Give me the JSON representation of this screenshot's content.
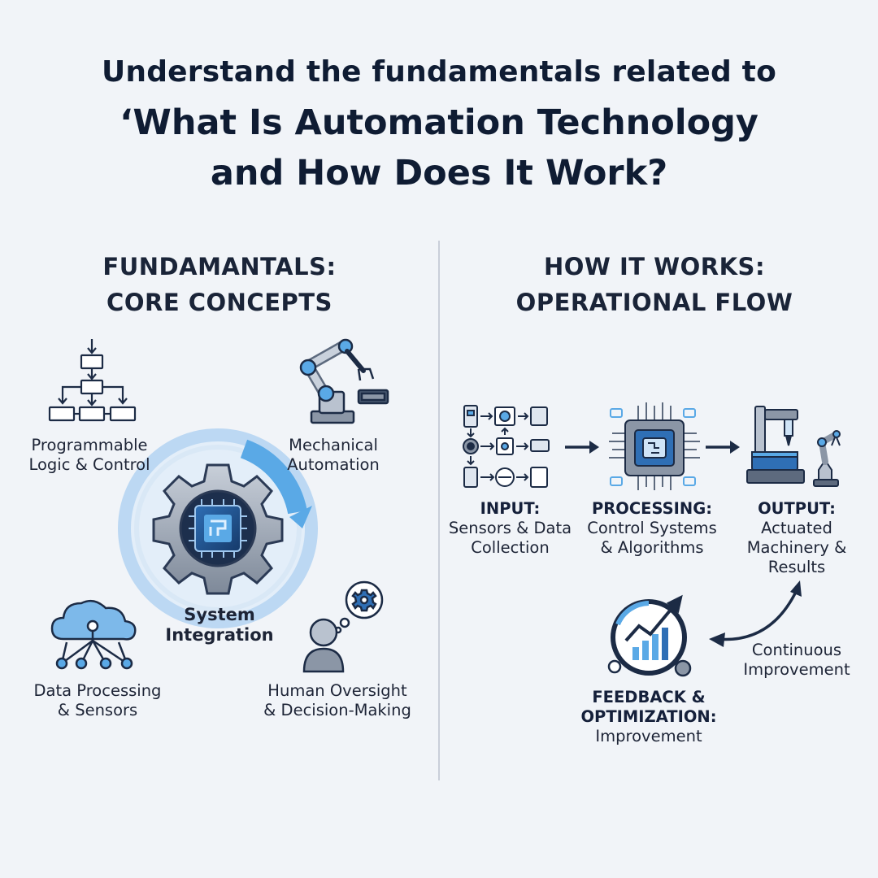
{
  "title": {
    "line1": "Understand the fundamentals related to",
    "line2": "‘What Is Automation Technology",
    "line3": "and How Does It Work?"
  },
  "left": {
    "heading_line1": "FUNDAMANTALS:",
    "heading_line2": "CORE CONCEPTS",
    "programmable": [
      "Programmable",
      "Logic & Control"
    ],
    "mechanical": [
      "Mechanical",
      "Automation"
    ],
    "center": [
      "System",
      "Integration"
    ],
    "data": [
      "Data Processing",
      "& Sensors"
    ],
    "human": [
      "Human Oversight",
      "& Decision-Making"
    ]
  },
  "right": {
    "heading_line1": "HOW IT WORKS:",
    "heading_line2": "OPERATIONAL FLOW",
    "input": {
      "title": "INPUT:",
      "lines": [
        "Sensors & Data",
        "Collection"
      ]
    },
    "processing": {
      "title": "PROCESSING:",
      "lines": [
        "Control Systems",
        "& Algorithms"
      ]
    },
    "output": {
      "title": "OUTPUT:",
      "lines": [
        "Actuated",
        "Machinery &",
        "Results"
      ]
    },
    "feedback": {
      "title_lines": [
        "FEEDBACK &",
        "OPTIMIZATION:"
      ],
      "sub": "Improvement"
    },
    "loop_label": [
      "Continuous",
      "Improvement"
    ]
  },
  "colors": {
    "navy": "#1c2b45",
    "accent_blue": "#5aa9e6",
    "light_blue": "#cfe4f7",
    "gray": "#8b96a6"
  },
  "icons": {
    "programmable": "flowchart-icon",
    "mechanical": "robot-arm-icon",
    "center": "gear-chip-icon",
    "data": "cloud-network-icon",
    "human": "person-thinking-icon",
    "input": "sensor-network-icon",
    "processing": "cpu-chip-icon",
    "output": "machinery-icon",
    "feedback": "gauge-chart-icon"
  }
}
